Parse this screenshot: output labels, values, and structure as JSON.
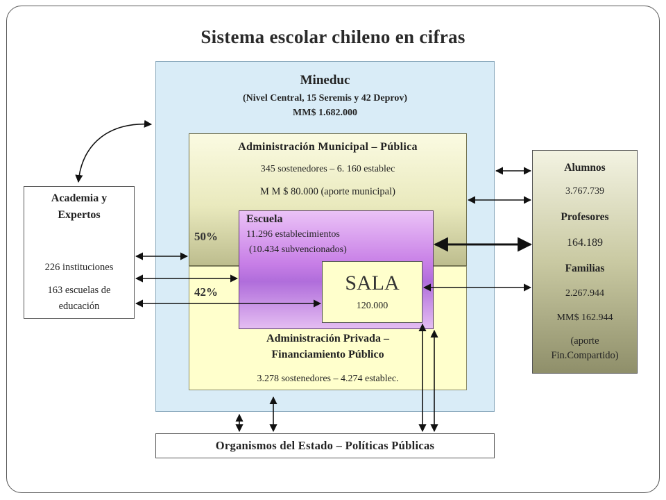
{
  "title": "Sistema escolar chileno en cifras",
  "mineduc": {
    "name": "Mineduc",
    "detail": "(Nivel Central, 15 Seremis y  42 Deprov)",
    "budget": "MM$ 1.682.000"
  },
  "municipal": {
    "name": "Administración Municipal – Pública",
    "line1": "345 sostenedores – 6. 160  establec",
    "line2": "M M $ 80.000 (aporte municipal)",
    "percent": "50%"
  },
  "privada": {
    "name_line1": "Administración Privada –",
    "name_line2": "Financiamiento Público",
    "line1": "3.278 sostenedores – 4.274 establec.",
    "percent": "42%"
  },
  "escuela": {
    "name": "Escuela",
    "line1": "11.296  establecimientos",
    "line2": "(10.434 subvencionados)"
  },
  "sala": {
    "name": "SALA",
    "count": "120.000"
  },
  "academia": {
    "name_line1": "Academia y",
    "name_line2": "Expertos",
    "line1": "226 instituciones",
    "line2": "163 escuelas de",
    "line3": "educación"
  },
  "actores": {
    "alumnos_label": "Alumnos",
    "alumnos_value": "3.767.739",
    "profesores_label": "Profesores",
    "profesores_value": "164.189",
    "familias_label": "Familias",
    "familias_value": "2.267.944",
    "familias_budget": "MM$ 162.944",
    "familias_note_line1": "(aporte",
    "familias_note_line2": "Fin.Compartido)"
  },
  "organismos": {
    "name": "Organismos del Estado – Políticas Públicas"
  },
  "colors": {
    "mineduc_bg": "#d9ecf7",
    "privada_bg": "#ffffcc",
    "escuela_bg": "#c77ee6",
    "actores_bg": "#c9c9a2"
  }
}
